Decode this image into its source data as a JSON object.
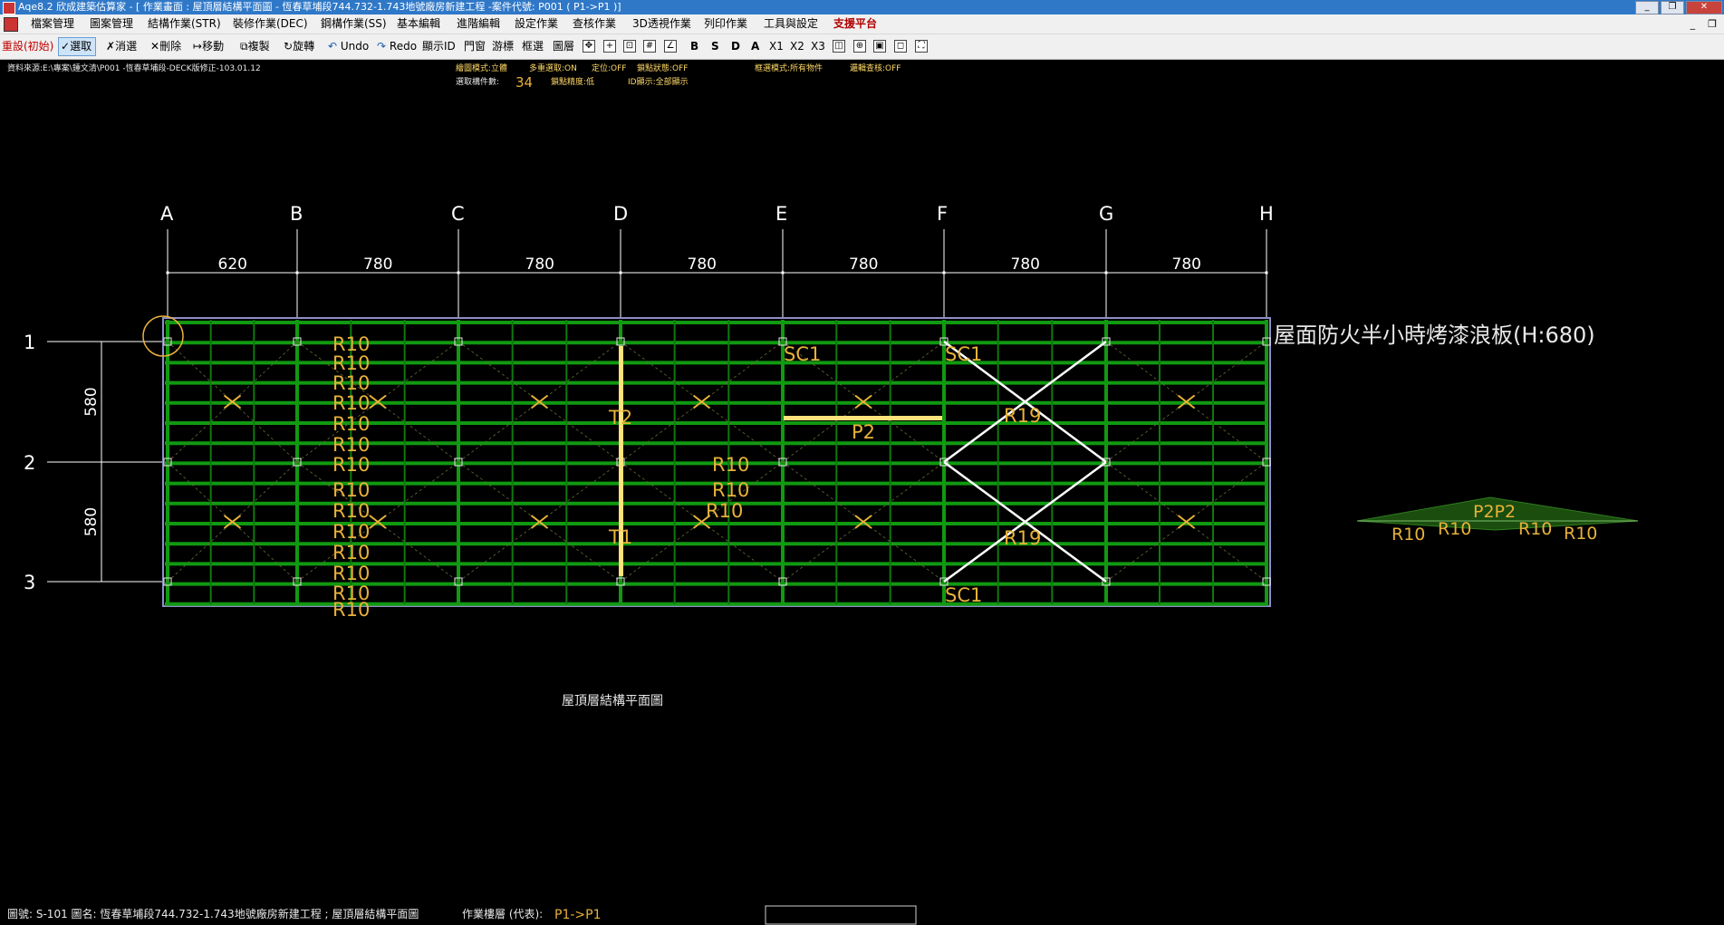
{
  "window": {
    "title": "Aqe8.2 欣成建築估算家 - [ 作業畫面 : 屋頂層結構平面圖 - 恆春草埔段744.732-1.743地號廠房新建工程 -案件代號: P001 ( P1->P1 )]",
    "buttons": [
      "_",
      "❐",
      "✕"
    ]
  },
  "menu": {
    "items": [
      "檔案管理",
      "圖案管理",
      "結構作業(STR)",
      "裝修作業(DEC)",
      "鋼構作業(SS)",
      "基本編輯",
      "進階編輯",
      "設定作業",
      "查核作業",
      "3D透視作業",
      "列印作業",
      "工具與設定",
      "支援平台"
    ],
    "mdi": [
      "_",
      "❐"
    ]
  },
  "toolbar": {
    "reset": "重設(初始)",
    "select": "選取",
    "deselect": "消選",
    "delete": "刪除",
    "move": "移動",
    "copy": "複製",
    "rotate": "旋轉",
    "undo": "Undo",
    "redo": "Redo",
    "show_id": "顯示ID",
    "door_window": "門窗",
    "cursor": "游標",
    "box_select": "框選",
    "layer": "圖層",
    "letters": [
      "B",
      "S",
      "D",
      "A",
      "X1",
      "X2",
      "X3"
    ]
  },
  "status_top": {
    "source": "資料來源:E:\\專案\\鍾文清\\P001 -恆春草埔段-DECK版修正-103.01.12",
    "view_mode": "繪圖模式:立體",
    "multi_select": "多重選取:ON",
    "snap": "定位:OFF",
    "snap_state": "鎖點狀態:OFF",
    "box_mode": "框選模式:所有物件",
    "logic_check": "邏輯查核:OFF",
    "selected_label": "選取構件數:",
    "selected_count": "34",
    "snap_precision": "鎖點精度:低",
    "id_display": "ID顯示:全部顯示"
  },
  "drawing": {
    "grid_cols": [
      "A",
      "B",
      "C",
      "D",
      "E",
      "F",
      "G",
      "H"
    ],
    "grid_rows": [
      "1",
      "2",
      "3"
    ],
    "col_spacings": [
      "620",
      "780",
      "780",
      "780",
      "780",
      "780",
      "780"
    ],
    "row_spacings": [
      "580",
      "580"
    ],
    "title": "屋頂層結構平面圖",
    "roof_label": "屋面防火半小時烤漆浪板(H:680)",
    "labels": {
      "sc1": "SC1",
      "t2": "T2",
      "t1": "T1",
      "p2": "P2",
      "r19": "R19",
      "r10": "R10",
      "p2p2": "P2P2"
    }
  },
  "status_bottom": {
    "drawing_info": "圖號: S-101 圖名: 恆春草埔段744.732-1.743地號廠房新建工程 ; 屋頂層結構平面圖",
    "floor_label": "作業樓層 (代表):",
    "floor_value": "P1->P1"
  },
  "colors": {
    "background": "#000000",
    "beam": "#119911",
    "annotation": "#e8b23a",
    "dim": "#ffffff",
    "title_bar": "#2f78c8"
  }
}
